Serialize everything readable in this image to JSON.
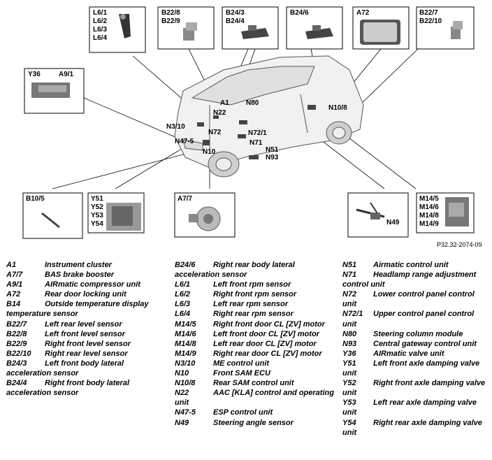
{
  "figure_code": "P32.32-2074-09",
  "callouts": {
    "L6": [
      "L6/1",
      "L6/2",
      "L6/3",
      "L6/4"
    ],
    "B22_front": [
      "B22/8",
      "B22/9"
    ],
    "B24_front": [
      "B24/3",
      "B24/4"
    ],
    "B24_rear": [
      "B24/6"
    ],
    "A72": [
      "A72"
    ],
    "B22_rear": [
      "B22/7",
      "B22/10"
    ],
    "Y36": [
      "Y36",
      "A9/1"
    ],
    "B10": [
      "B10/5"
    ],
    "Y5x": [
      "Y51",
      "Y52",
      "Y53",
      "Y54"
    ],
    "A7": [
      "A7/7"
    ],
    "N49": [
      "N49"
    ],
    "M14": [
      "M14/5",
      "M14/6",
      "M14/8",
      "M14/9"
    ]
  },
  "car_labels": {
    "a1": "A1",
    "n80": "N80",
    "n22": "N22",
    "n3_10": "N3/10",
    "n72": "N72",
    "n72_1": "N72/1",
    "n47_5": "N47-5",
    "n71": "N71",
    "n10": "N10",
    "n51": "N51",
    "n93": "N93",
    "n10_8": "N10/8"
  },
  "legend": {
    "col1": [
      {
        "code": "A1",
        "desc": "Instrument cluster"
      },
      {
        "code": "A7/7",
        "desc": "BAS brake booster"
      },
      {
        "code": "A9/1",
        "desc": "AIRmatic compressor unit"
      },
      {
        "code": "A72",
        "desc": "Rear door locking unit"
      },
      {
        "code": "B14",
        "desc": "Outside temperature display temperature sensor"
      },
      {
        "code": "B22/7",
        "desc": "Left rear level sensor"
      },
      {
        "code": "B22/8",
        "desc": "Left front level sensor"
      },
      {
        "code": "B22/9",
        "desc": "Right front level sensor"
      },
      {
        "code": "B22/10",
        "desc": "Right rear level sensor"
      },
      {
        "code": "B24/3",
        "desc": "Left front body lateral acceleration sensor"
      },
      {
        "code": "B24/4",
        "desc": "Right front body lateral acceleration sensor"
      }
    ],
    "col2": [
      {
        "code": "B24/6",
        "desc": "Right rear body lateral acceleration sensor"
      },
      {
        "code": "L6/1",
        "desc": "Left front rpm sensor"
      },
      {
        "code": "L6/2",
        "desc": "Right front rpm sensor"
      },
      {
        "code": "L6/3",
        "desc": "Left rear rpm sensor"
      },
      {
        "code": "L6/4",
        "desc": "Right rear rpm sensor"
      },
      {
        "code": "M14/5",
        "desc": "Right front door CL [ZV] motor"
      },
      {
        "code": "M14/6",
        "desc": "Left front door CL [ZV] motor"
      },
      {
        "code": "M14/8",
        "desc": "Left rear door CL [ZV] motor"
      },
      {
        "code": "M14/9",
        "desc": "Right rear door CL [ZV] motor"
      },
      {
        "code": "N3/10",
        "desc": "ME control unit"
      },
      {
        "code": "N10",
        "desc": "Front SAM ECU"
      },
      {
        "code": "N10/8",
        "desc": "Rear SAM control unit"
      },
      {
        "code": "N22",
        "desc": "AAC [KLA] control and operating unit"
      },
      {
        "code": "N47-5",
        "desc": "ESP control unit"
      },
      {
        "code": "N49",
        "desc": "Steering angle sensor"
      }
    ],
    "col3": [
      {
        "code": "N51",
        "desc": "Airmatic control unit"
      },
      {
        "code": "N71",
        "desc": "Headlamp range adjustment control unit"
      },
      {
        "code": "N72",
        "desc": "Lower control panel control unit"
      },
      {
        "code": "N72/1",
        "desc": "Upper control panel control unit"
      },
      {
        "code": "N80",
        "desc": "Steering column module"
      },
      {
        "code": "N93",
        "desc": "Central gateway control unit"
      },
      {
        "code": "Y36",
        "desc": "AIRmatic valve unit"
      },
      {
        "code": "Y51",
        "desc": "Left front axle damping valve unit"
      },
      {
        "code": "Y52",
        "desc": "Right front axle damping valve unit"
      },
      {
        "code": "Y53",
        "desc": "Left rear axle damping valve unit"
      },
      {
        "code": "Y54",
        "desc": "Right rear axle damping valve unit"
      }
    ]
  }
}
